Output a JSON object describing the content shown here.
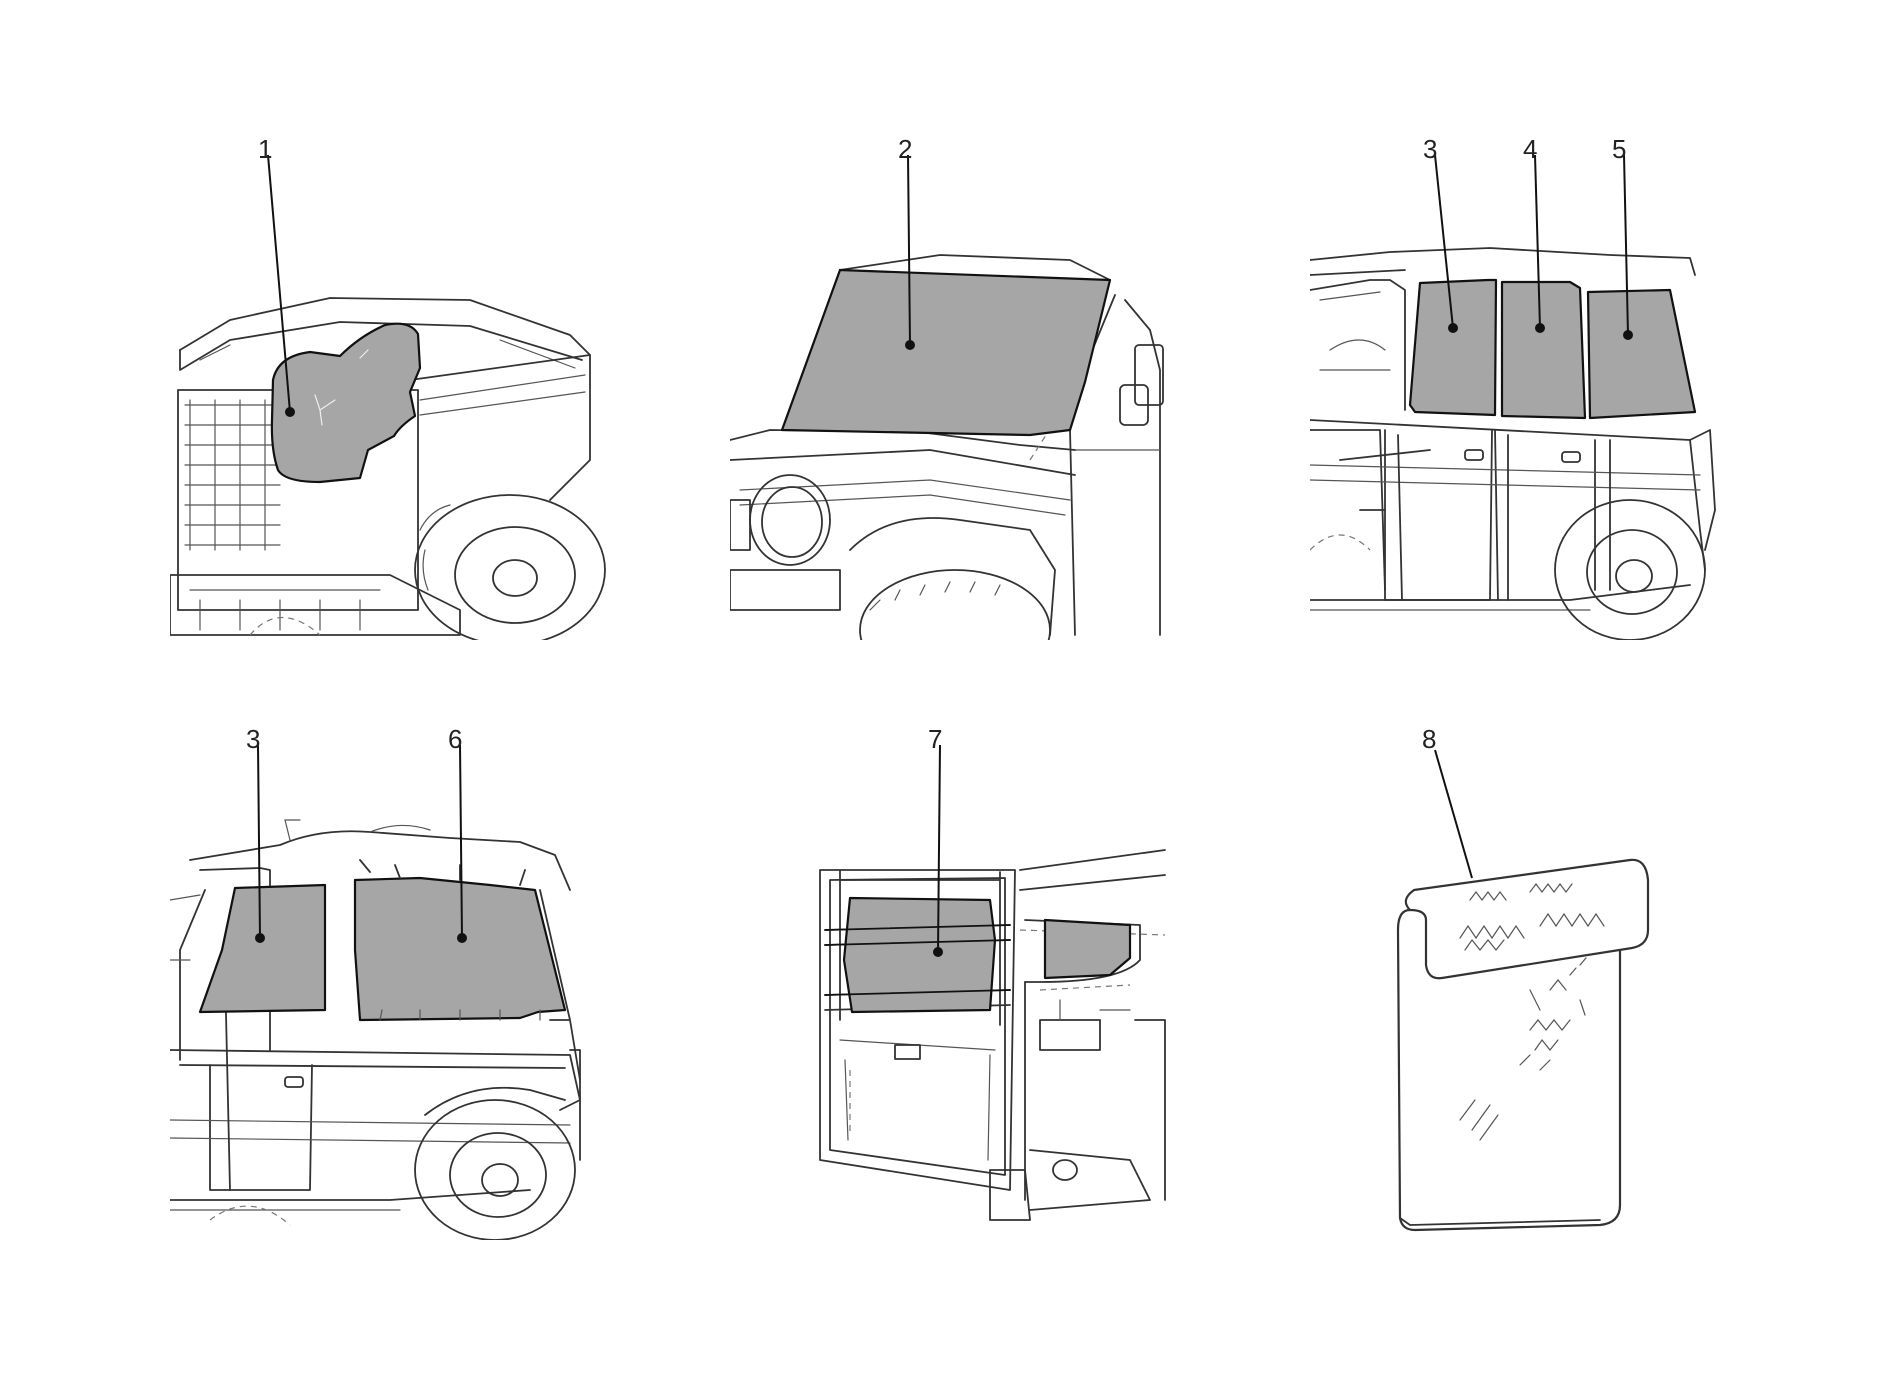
{
  "diagram": {
    "accent_fill": "#a6a6a6",
    "line_color": "#333333",
    "panels": [
      {
        "id": "front-grille-cover",
        "callouts": [
          "1"
        ]
      },
      {
        "id": "windscreen-cover",
        "callouts": [
          "2"
        ]
      },
      {
        "id": "side-window-covers-long",
        "callouts": [
          "3",
          "4",
          "5"
        ]
      },
      {
        "id": "side-window-covers-softtop",
        "callouts": [
          "3",
          "6"
        ]
      },
      {
        "id": "rear-door-window-cover",
        "callouts": [
          "7"
        ]
      },
      {
        "id": "storage-bag",
        "callouts": [
          "8"
        ]
      }
    ]
  }
}
